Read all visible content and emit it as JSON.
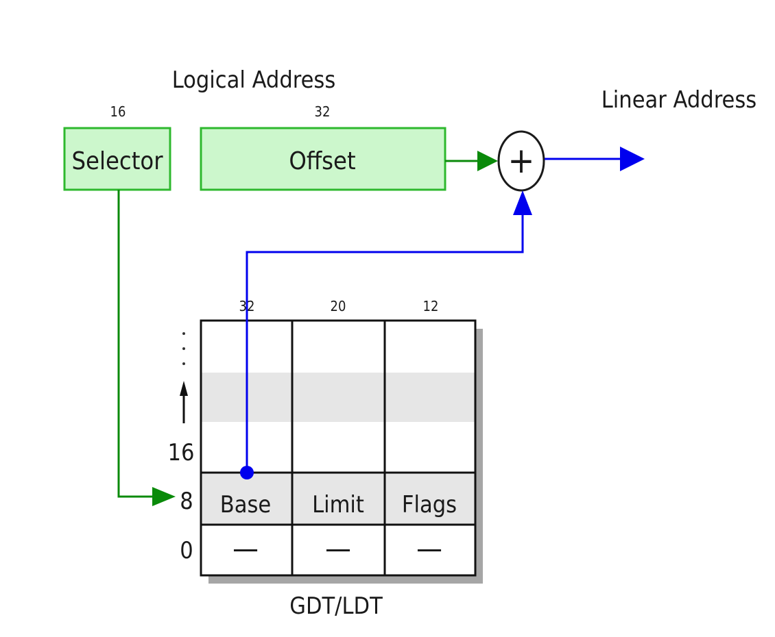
{
  "logical_address": {
    "title": "Logical Address",
    "selector": {
      "bits": "16",
      "label": "Selector"
    },
    "offset": {
      "bits": "32",
      "label": "Offset"
    }
  },
  "adder_symbol": "+",
  "linear_address": {
    "label": "Linear Address"
  },
  "table": {
    "caption": "GDT/LDT",
    "column_bits": [
      "32",
      "20",
      "12"
    ],
    "row_indices": [
      "16",
      "8",
      "0"
    ],
    "entry_row": [
      "Base",
      "Limit",
      "Flags"
    ],
    "null_row": [
      "—",
      "—",
      "—"
    ]
  },
  "colors": {
    "box_fill": "#ccf7cc",
    "box_stroke": "#2eb82e",
    "green_arrow": "#0a8a0a",
    "blue_arrow": "#0000ee",
    "highlight_row": "#e6e6e6",
    "shadow": "#a6a6a6"
  }
}
